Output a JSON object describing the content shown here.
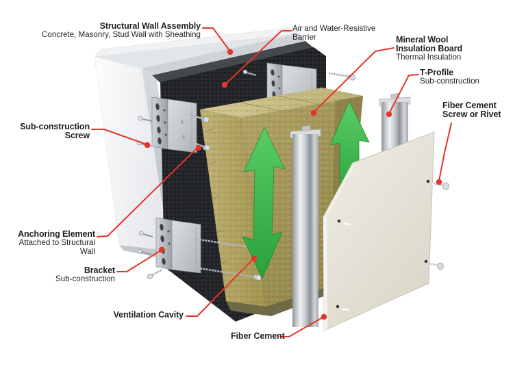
{
  "diagram_type": "exploded-construction-diagram",
  "subject": "Ventilated facade wall assembly",
  "labels": {
    "structural_wall": {
      "line1": "Structural Wall Assembly",
      "line2": "Concrete, Masonry, Stud Wall with Sheathing"
    },
    "air_barrier": {
      "line1": "Air and Water-Resistive",
      "line2": "Barrier"
    },
    "mineral_wool": {
      "line1": "Mineral Wool",
      "line2": "Insulation Board",
      "line3": "Thermal Insulation"
    },
    "t_profile": {
      "line1": "T-Profile",
      "line2": "Sub-construction"
    },
    "fiber_cement_screw": {
      "line1": "Fiber Cement",
      "line2": "Screw or Rivet"
    },
    "sub_construction_screw": {
      "line1": "Sub-construction",
      "line2": "Screw"
    },
    "anchoring_element": {
      "line1": "Anchoring Element",
      "line2": "Attached to Structural",
      "line3": "Wall"
    },
    "bracket": {
      "line1": "Bracket",
      "line2": "Sub-construction"
    },
    "ventilation_cavity": {
      "line1": "Ventilation Cavity"
    },
    "fiber_cement": {
      "line1": "Fiber Cement"
    }
  },
  "colors": {
    "background": "#ffffff",
    "leader_red": "#e5342a",
    "text": "#231f20",
    "arrow_green": "#3eb449",
    "insulation_tan": "#a3955a",
    "barrier_black": "#232528",
    "panel_cream": "#e9e6db",
    "metal_gray": "#c5c9cd",
    "wall_white": "#f5f6f8"
  }
}
